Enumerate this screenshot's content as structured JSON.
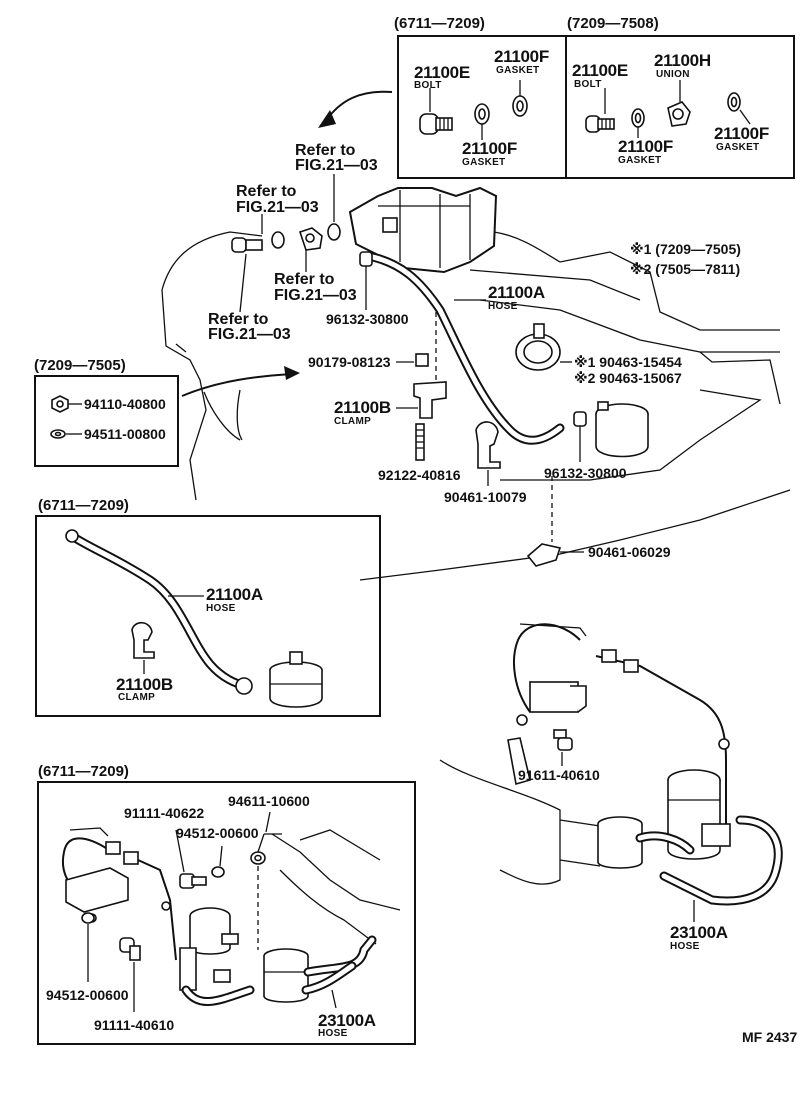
{
  "top_box": {
    "left_header": "(6711—7209)",
    "right_header": "(7209—7508)",
    "left": {
      "bolt_no": "21100E",
      "bolt_name": "BOLT",
      "gasket_a_no": "21100F",
      "gasket_a_name": "GASKET",
      "gasket_b_no": "21100F",
      "gasket_b_name": "GASKET"
    },
    "right": {
      "bolt_no": "21100E",
      "bolt_name": "BOLT",
      "union_no": "21100H",
      "union_name": "UNION",
      "gasket_a_no": "21100F",
      "gasket_a_name": "GASKET",
      "gasket_b_no": "21100F",
      "gasket_b_name": "GASKET"
    }
  },
  "refs": {
    "ref1_a": "Refer to",
    "ref1_b": "FIG.21—03",
    "ref2_a": "Refer to",
    "ref2_b": "FIG.21—03",
    "ref3_a": "Refer to",
    "ref3_b": "FIG.21—03",
    "ref4_a": "Refer to",
    "ref4_b": "FIG.21—03"
  },
  "notes": {
    "note1": "※1 (7209—7505)",
    "note2": "※2 (7505—7811)"
  },
  "main_parts": {
    "hose_no": "21100A",
    "hose_name": "HOSE",
    "clip_top": "96132-30800",
    "clip_right": "96132-30800",
    "clamp_a": "※1 90463-15454",
    "clamp_b": "※2 90463-15067",
    "nut": "90179-08123",
    "clamp_no": "21100B",
    "clamp_name": "CLAMP",
    "stud": "92122-40816",
    "bracket": "90461-10079",
    "clip_bottom": "90461-06029"
  },
  "small_box": {
    "header": "(7209—7505)",
    "nut": "94110-40800",
    "washer": "94511-00800"
  },
  "mid_box": {
    "header": "(6711—7209)",
    "hose_no": "21100A",
    "hose_name": "HOSE",
    "clamp_no": "21100B",
    "clamp_name": "CLAMP"
  },
  "pump_right": {
    "bolt": "91611-40610",
    "hose_no": "23100A",
    "hose_name": "HOSE"
  },
  "bottom_box": {
    "header": "(6711—7209)",
    "bolt_a": "91111-40622",
    "washer_a": "94611-10600",
    "washer_b": "94512-00600",
    "washer_c": "94512-00600",
    "bolt_b": "91111-40610",
    "hose_no": "23100A",
    "hose_name": "HOSE"
  },
  "figure_code": "MF 2437"
}
